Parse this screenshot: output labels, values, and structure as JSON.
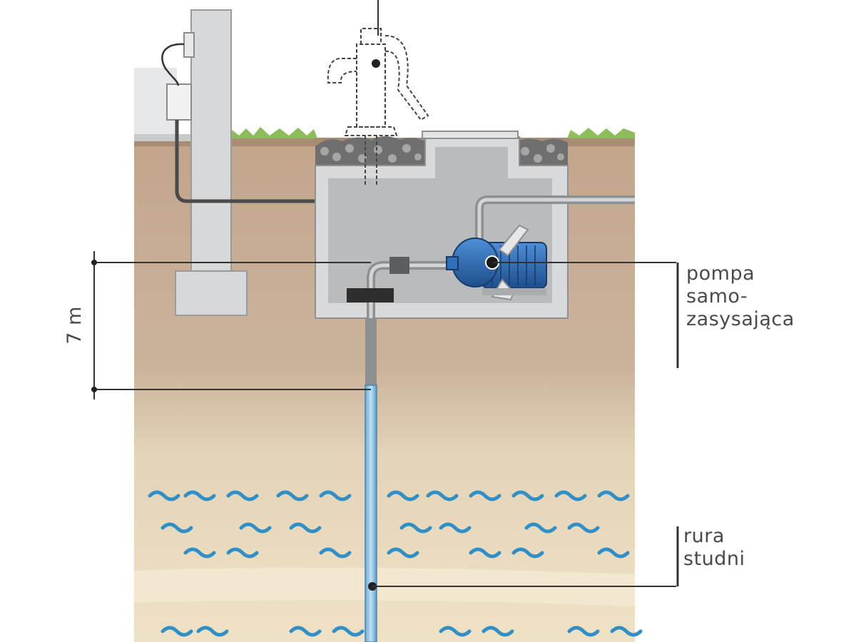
{
  "labels": {
    "pump": [
      "pompa",
      "samo-",
      "zasysająca"
    ],
    "well_pipe": [
      "rura",
      "studni"
    ],
    "depth": "7 m"
  },
  "colors": {
    "sky": "#ffffff",
    "topsoil": "#bfa48c",
    "subsoil": "#c7ae97",
    "sand": "#eadcbf",
    "water_wave": "#2f8fc6",
    "grass": "#8cbd5a",
    "concrete": "#d9dadb",
    "pump_blue": "#2f6fb8",
    "pipe_water": "#7ec0e8",
    "leader_line": "#333333"
  }
}
